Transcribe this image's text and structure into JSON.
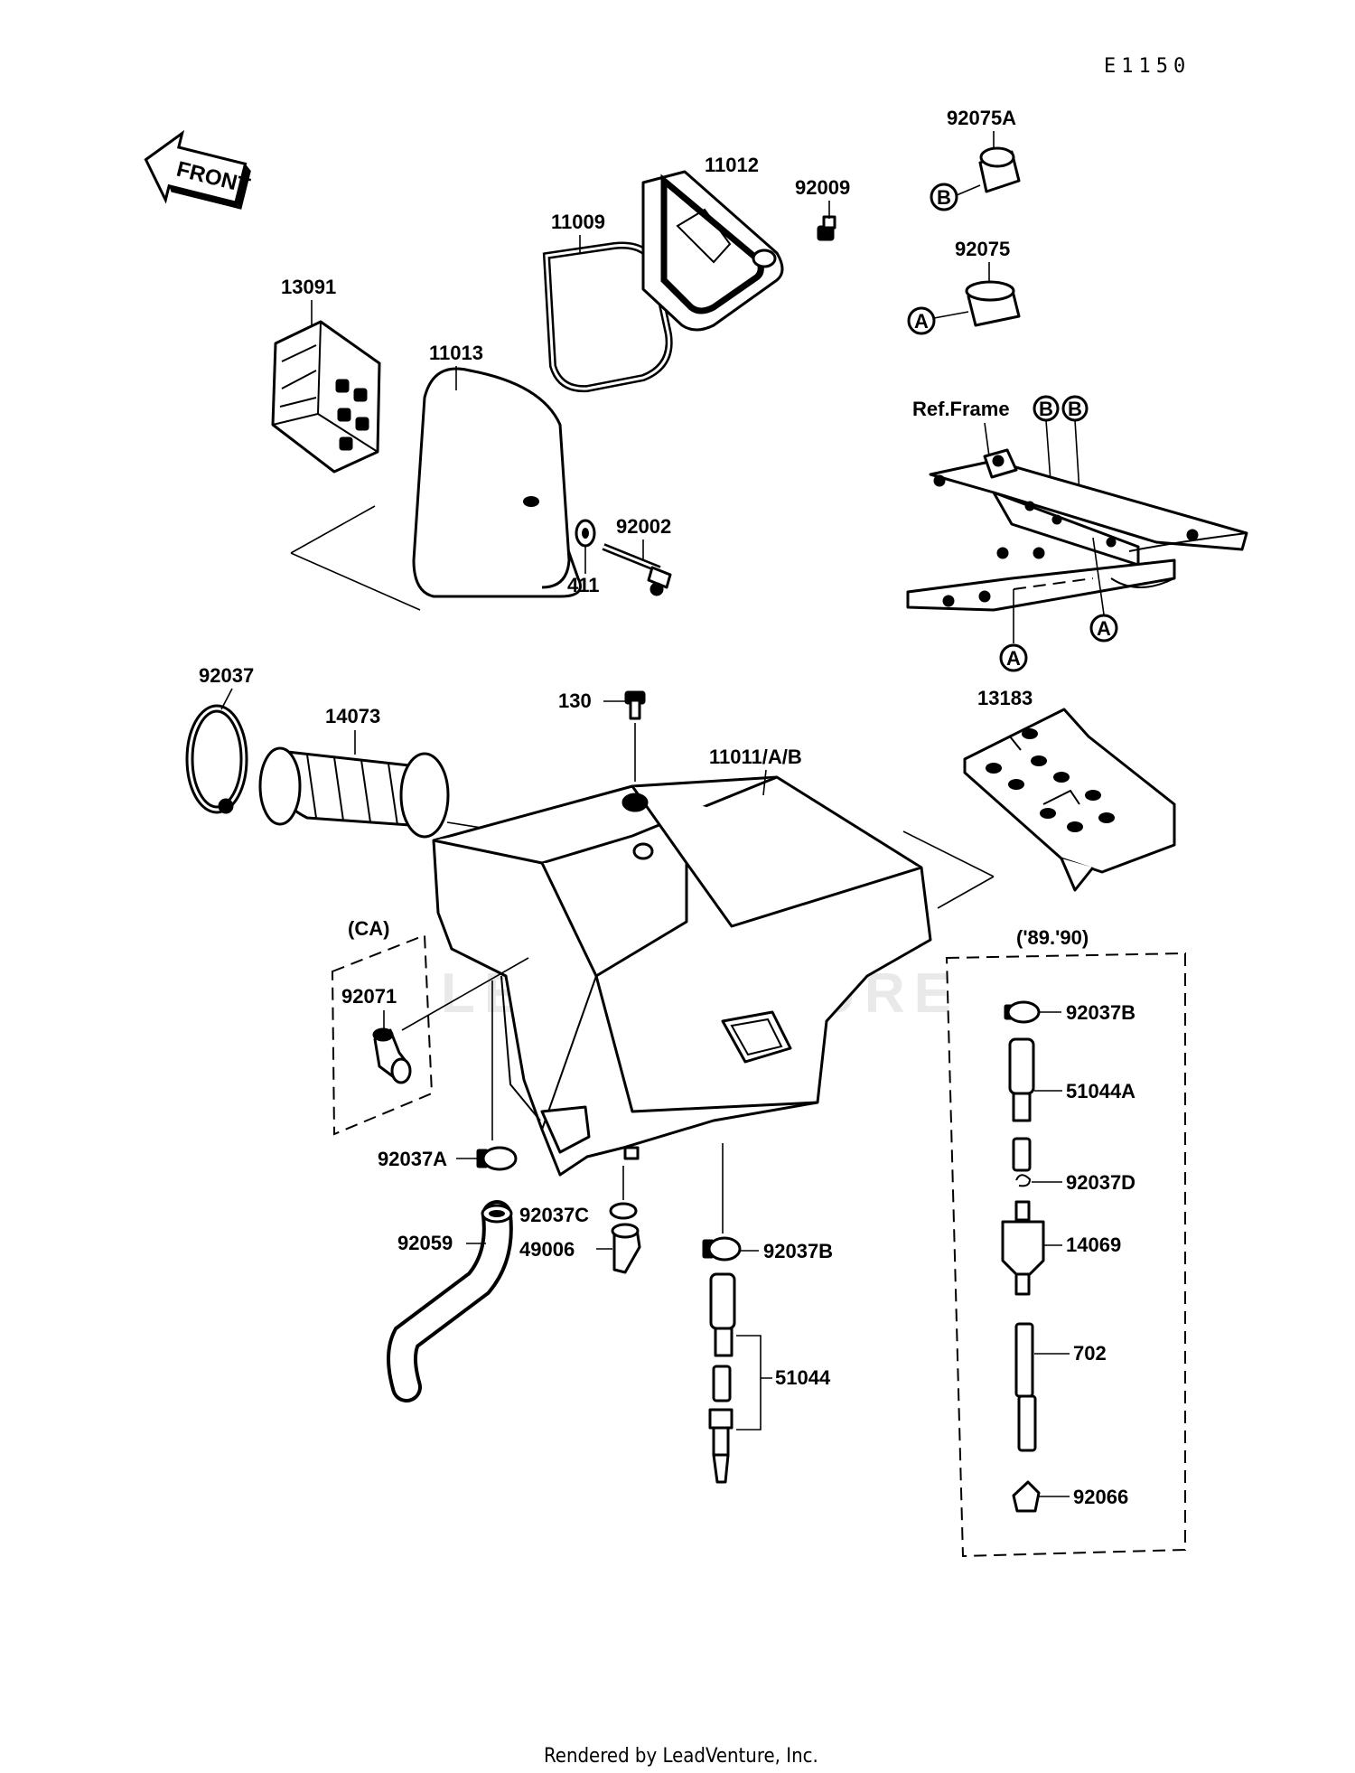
{
  "diagram_code": "E1150",
  "front_arrow_label": "FRONT",
  "watermark": "LEADVENTURE",
  "credit": "Rendered by LeadVenture, Inc.",
  "callouts": {
    "p92075A": "92075A",
    "p11012": "11012",
    "p92009": "92009",
    "p11009": "11009",
    "p92075": "92075",
    "p13091": "13091",
    "p11013": "11013",
    "ref_frame": "Ref.Frame",
    "p92002": "92002",
    "p411": "411",
    "p92037": "92037",
    "p14073": "14073",
    "p130": "130",
    "p13183": "13183",
    "p11011AB": "11011/A/B",
    "ca": "(CA)",
    "p92071": "92071",
    "years": "('89.'90)",
    "p92037B_box": "92037B",
    "p51044A": "51044A",
    "p92037D": "92037D",
    "p14069": "14069",
    "p702": "702",
    "p92066": "92066",
    "p92037A": "92037A",
    "p92037C": "92037C",
    "p49006": "49006",
    "p92059": "92059",
    "p92037B": "92037B",
    "p51044": "51044"
  },
  "markers": {
    "a": "A",
    "b": "B"
  }
}
